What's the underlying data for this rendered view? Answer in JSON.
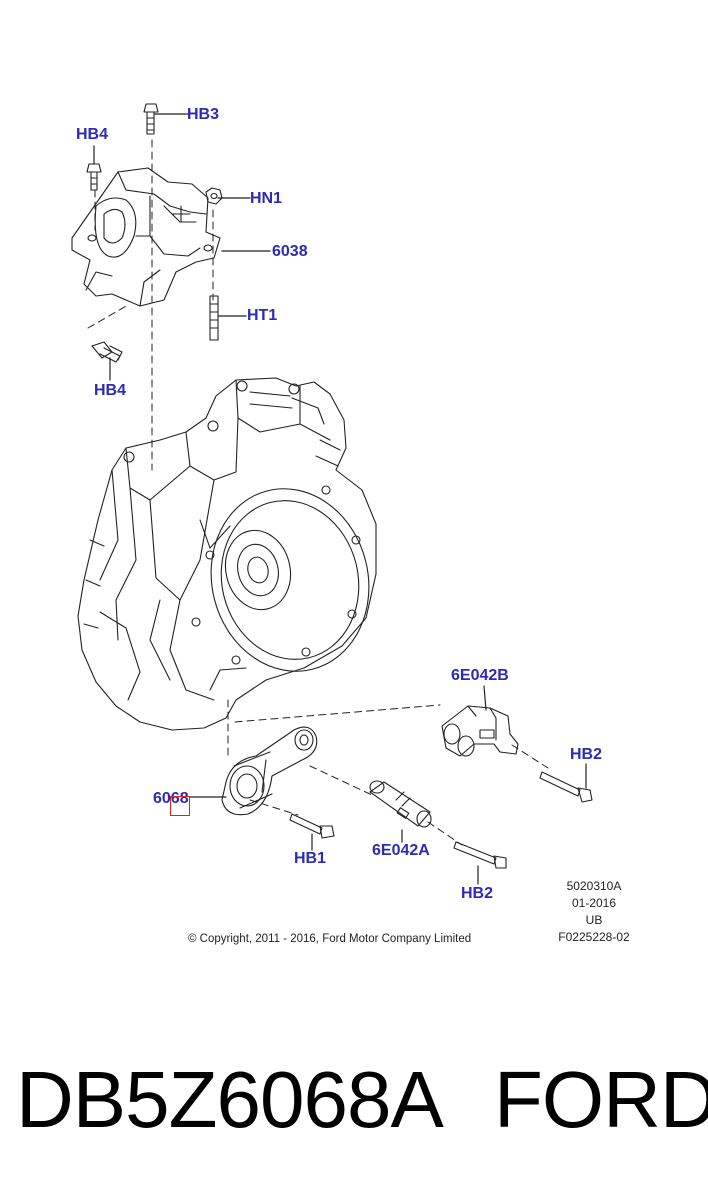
{
  "callouts": {
    "hb3": "HB3",
    "hb4_top": "HB4",
    "hn1": "HN1",
    "p6038": "6038",
    "ht1": "HT1",
    "hb4_mid": "HB4",
    "p6e042b": "6E042B",
    "hb2_right": "HB2",
    "p6068": "6068",
    "hb1": "HB1",
    "p6e042a": "6E042A",
    "hb2_bottom": "HB2"
  },
  "meta": {
    "code": "5020310A",
    "date": "01-2016",
    "ub": "UB",
    "figure_id": "F0225228-02"
  },
  "copyright": "© Copyright, 2011 - 2016, Ford Motor Company Limited",
  "part_number": "DB5Z6068A",
  "brand": "FORD",
  "colors": {
    "callout": "#2b2bb8",
    "highlight": "#e02020",
    "line_art": "#222222"
  }
}
